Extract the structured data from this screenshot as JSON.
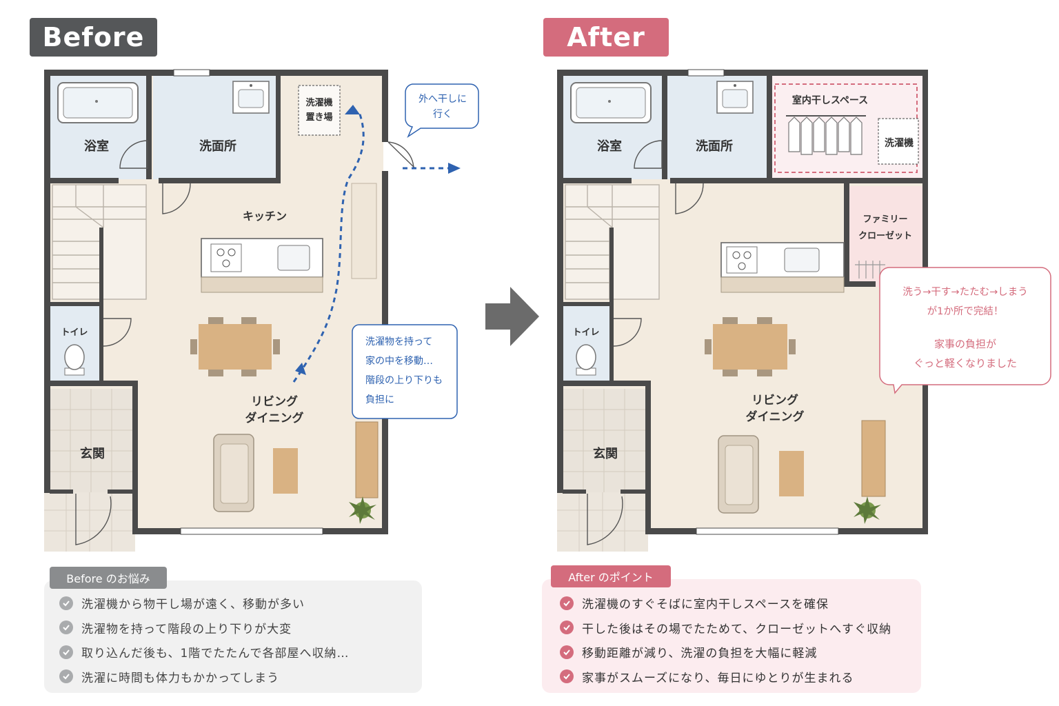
{
  "before": {
    "title": "Before",
    "rooms": {
      "bath": "浴室",
      "washroom": "洗面所",
      "washer_line1": "洗濯機",
      "washer_line2": "置き場",
      "kitchen": "キッチン",
      "toilet": "トイレ",
      "living_line1": "リビング",
      "living_line2": "ダイニング",
      "entrance": "玄関"
    },
    "bubble_top": {
      "line1": "外へ干しに",
      "line2": "行く"
    },
    "bubble_side": {
      "lines": [
        "洗濯物を持って",
        "家の中を移動…",
        "階段の上り下りも",
        "負担に"
      ]
    },
    "panel_tag": "Before のお悩み",
    "points": [
      "洗濯機から物干し場が遠く、移動が多い",
      "洗濯物を持って階段の上り下りが大変",
      "取り込んだ後も、1階でたたんで各部屋へ収納…",
      "洗濯に時間も体力もかかってしまう"
    ]
  },
  "after": {
    "title": "After",
    "rooms": {
      "bath": "浴室",
      "washroom": "洗面所",
      "drying_space": "室内干しスペース",
      "washer": "洗濯機",
      "closet_line1": "ファミリー",
      "closet_line2": "クローゼット",
      "toilet": "トイレ",
      "living_line1": "リビング",
      "living_line2": "ダイニング",
      "entrance": "玄関"
    },
    "bubble": {
      "line1": "洗う→干す→たたむ→しまう",
      "line2": "が1か所で完結！",
      "line3": "家事の負担が",
      "line4": "ぐっと軽くなりました"
    },
    "panel_tag": "After のポイント",
    "points": [
      "洗濯機のすぐそばに室内干しスペースを確保",
      "干した後はその場でたためて、クローゼットへすぐ収納",
      "移動距離が減り、洗濯の負担を大幅に軽減",
      "家事がスムーズになり、毎日にゆとりが生まれる"
    ]
  },
  "colors": {
    "before_accent": "#555759",
    "after_accent": "#d46c7d",
    "path_blue": "#2e62b0",
    "wall": "#4a4a4a",
    "floor": "#f3ebdf",
    "wet_room": "#e3ebf2"
  }
}
